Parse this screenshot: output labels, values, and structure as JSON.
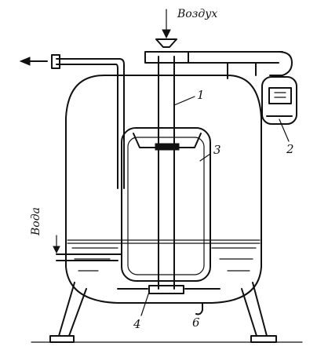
{
  "diagram": {
    "labels": {
      "air": "Воздух",
      "water": "Вода",
      "part_1": "1",
      "part_2": "2",
      "part_3": "3",
      "part_4": "4",
      "part_6": "6"
    }
  }
}
